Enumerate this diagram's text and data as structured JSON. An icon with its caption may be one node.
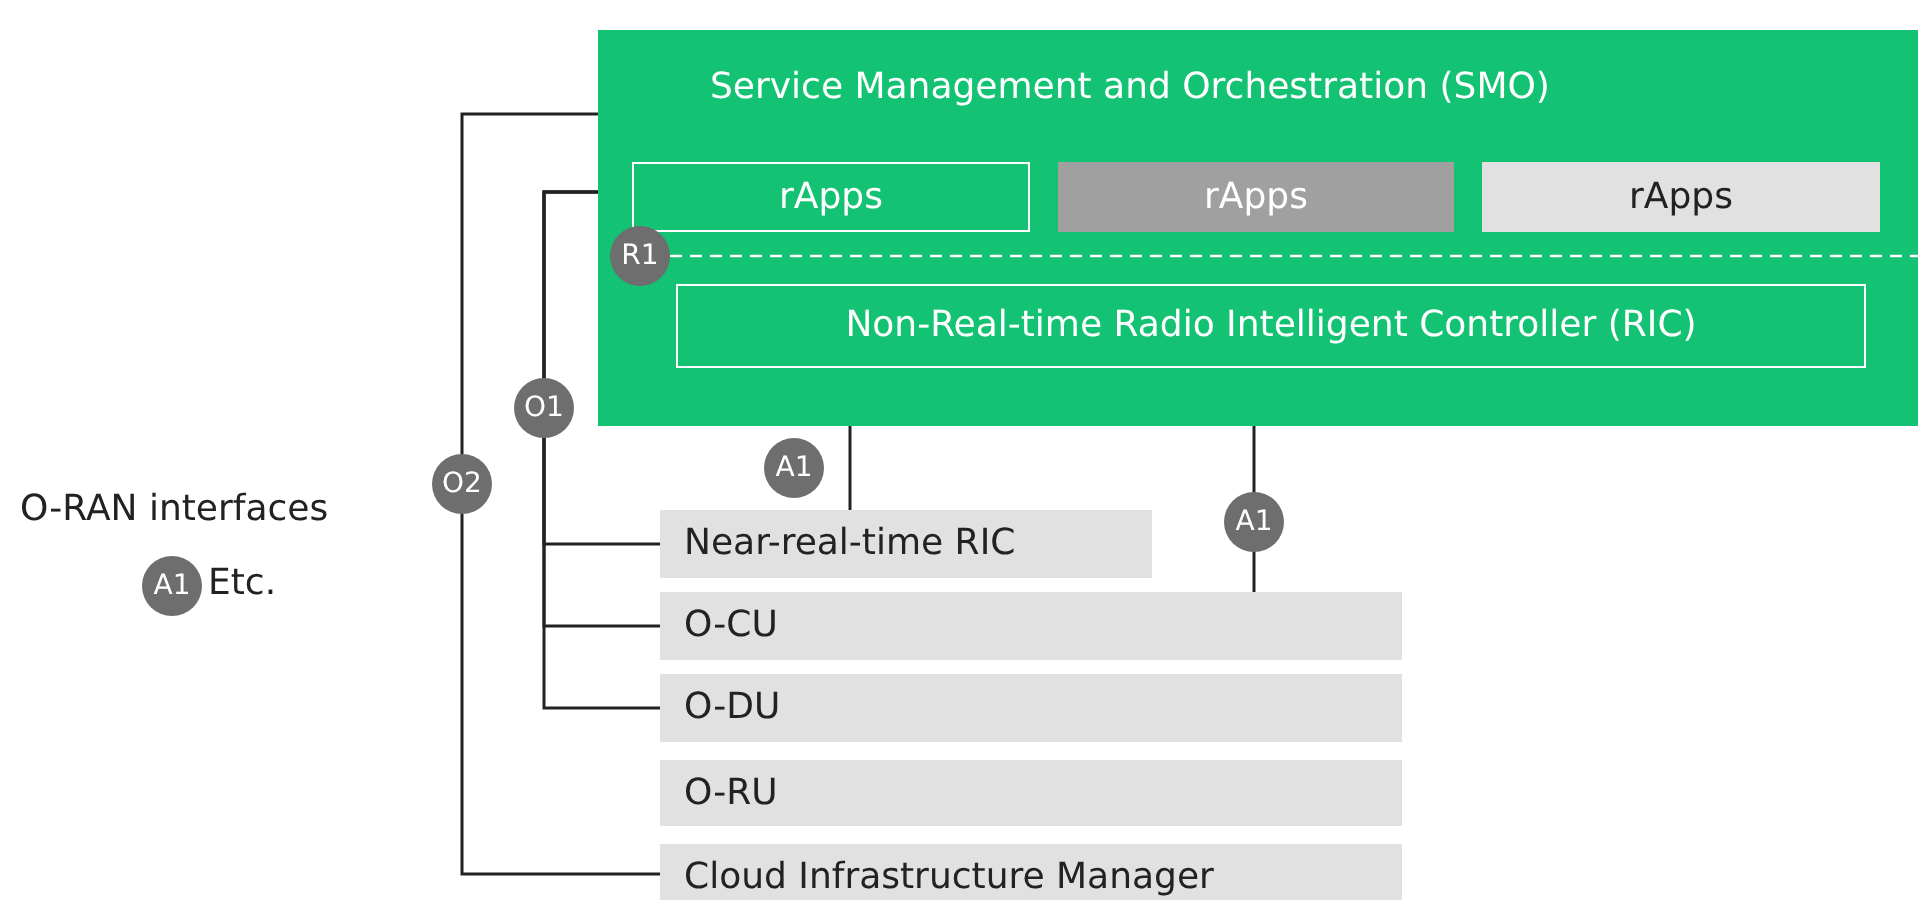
{
  "diagram": {
    "nodes": [
      {
        "text": [
          "Service Management and Orchestration (SMO)"
        ]
      },
      {
        "text": [
          "rApps"
        ],
        "in": 0
      },
      {
        "text": [
          "rApps"
        ],
        "in": 0
      },
      {
        "text": [
          "rApps"
        ],
        "in": 0
      },
      {
        "text": [
          "Non-Real-time Radio Intelligent Controller (RIC)"
        ],
        "in": 0
      },
      {
        "text": [
          "Near-real-time RIC"
        ]
      },
      {
        "text": [
          "O-CU"
        ]
      },
      {
        "text": [
          "O-DU"
        ]
      },
      {
        "text": [
          "O-RU"
        ]
      },
      {
        "text": [
          "Cloud Infrastructure Manager"
        ]
      }
    ],
    "edges": [
      {
        "from": 0,
        "to": 9,
        "arrow": "none",
        "label": "O2"
      },
      {
        "from": 0,
        "to": 5,
        "arrow": "none",
        "label": "O1"
      },
      {
        "from": 0,
        "to": 6,
        "arrow": "none"
      },
      {
        "from": 0,
        "to": 7,
        "arrow": "none"
      },
      {
        "from": 0,
        "to": 5,
        "arrow": "none",
        "label": "A1"
      },
      {
        "from": 0,
        "to": 6,
        "arrow": "none",
        "label": "A1"
      }
    ],
    "labels": [
      "R1",
      "O-RAN interfaces",
      "A1",
      "Etc."
    ]
  }
}
